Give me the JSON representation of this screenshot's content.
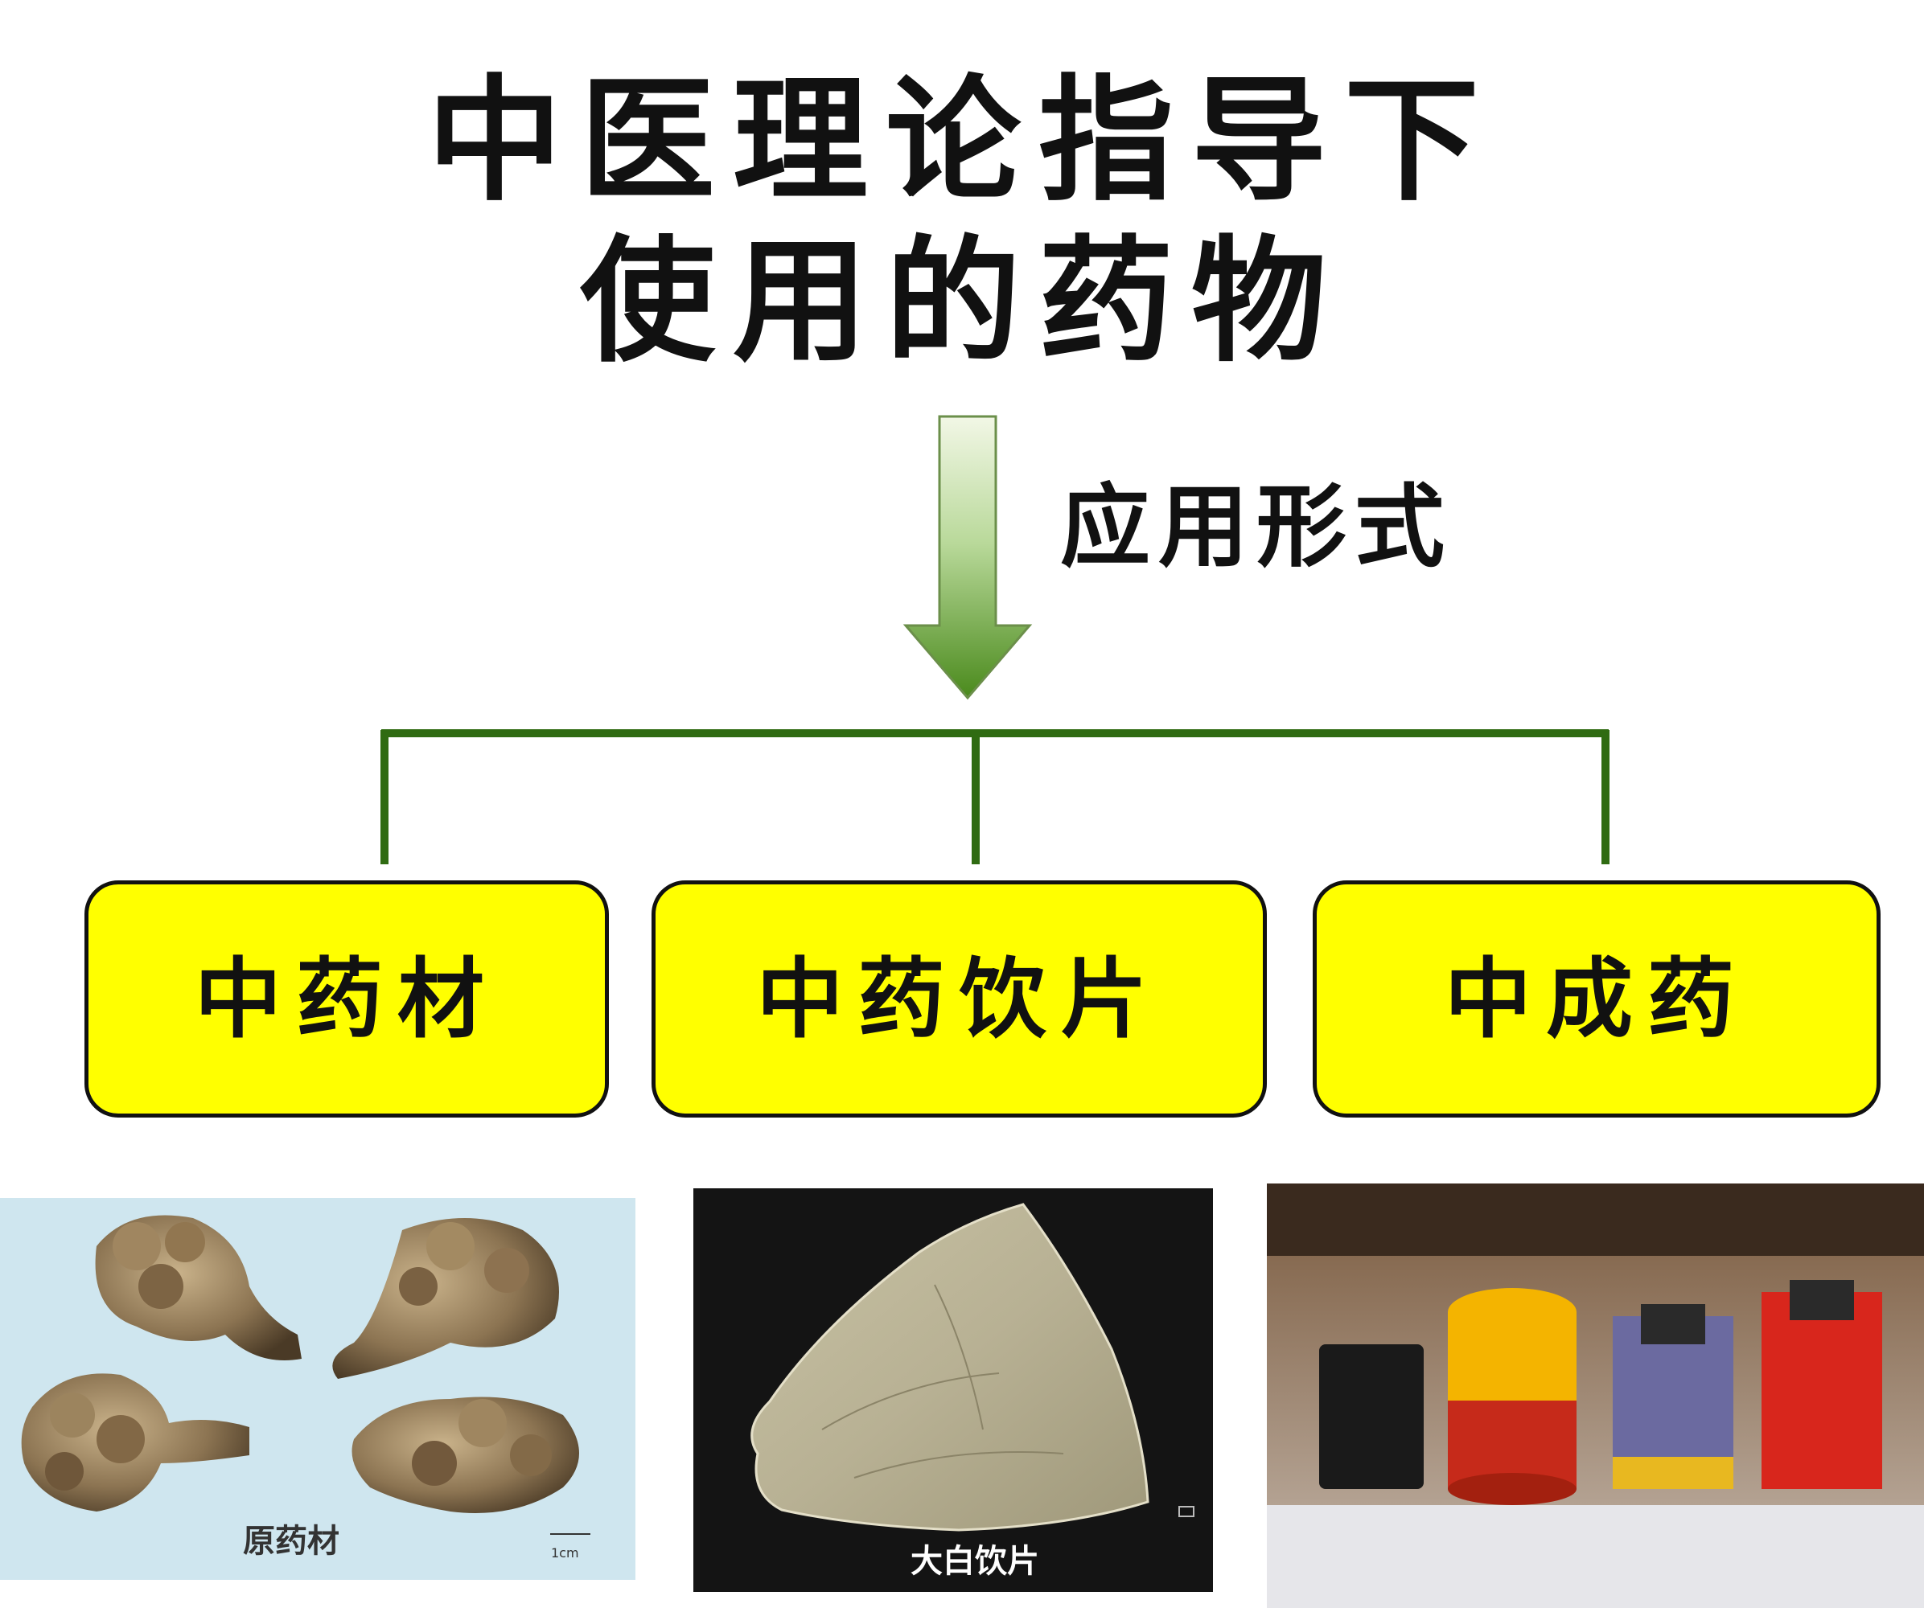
{
  "title": {
    "line1": "中医理论指导下",
    "line2": "使用的药物"
  },
  "arrow": {
    "label": "应用形式",
    "colors": {
      "top": "#f2f7e6",
      "bottom": "#4a8a1c",
      "connector": "#2f6b12"
    }
  },
  "boxes": [
    {
      "label": "中药材"
    },
    {
      "label": "中药饮片"
    },
    {
      "label": "中成药"
    }
  ],
  "photos": [
    {
      "caption": "原药材",
      "scale": "1cm",
      "icon": "herb-roots-image"
    },
    {
      "caption": "大白饮片",
      "icon": "herb-slice-image"
    },
    {
      "icon": "patent-medicine-bottles-image"
    }
  ],
  "colors": {
    "box_fill": "#ffff00",
    "box_border": "#111111",
    "text": "#111111"
  }
}
